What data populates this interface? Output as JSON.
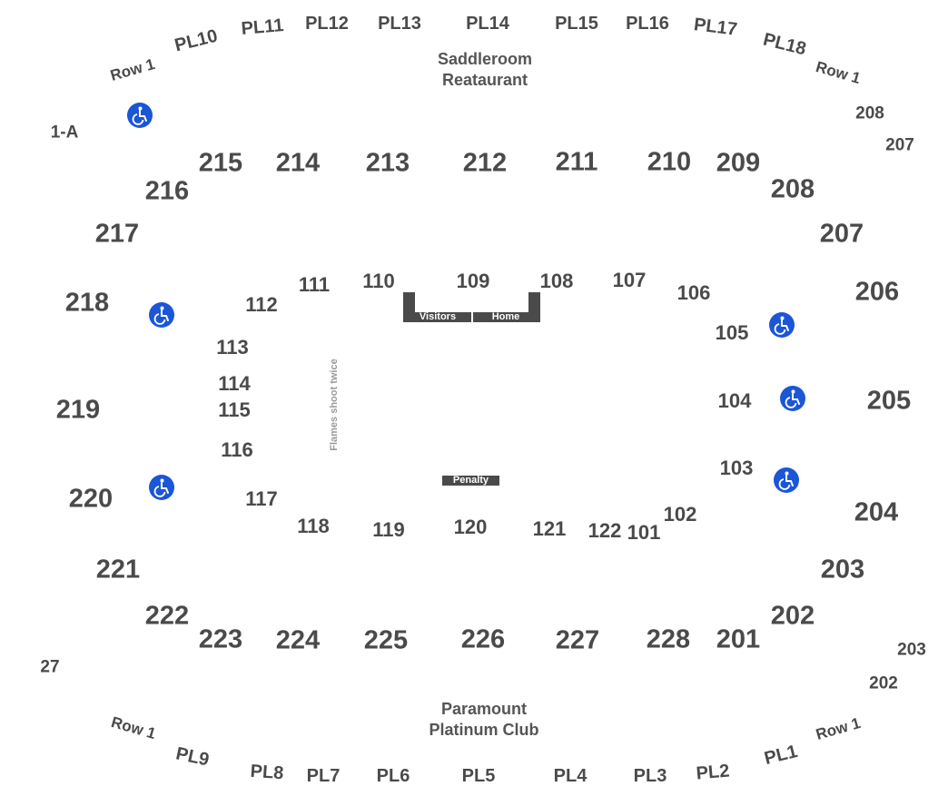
{
  "colors": {
    "label": "#4a4a4a",
    "accessible": "#1a56d6",
    "bar": "#4a4a4a"
  },
  "venue_labels": {
    "saddleroom_line1": "Saddleroom",
    "saddleroom_line2": "Reataurant",
    "paramount_line1": "Paramount",
    "paramount_line2": "Platinum Club"
  },
  "bench": {
    "visitors": "Visitors",
    "home": "Home",
    "penalty": "Penalty"
  },
  "rink_note": "Flames shoot twice",
  "sections_200": [
    "215",
    "214",
    "213",
    "212",
    "211",
    "210",
    "209",
    "216",
    "208",
    "217",
    "207",
    "218",
    "206",
    "219",
    "205",
    "220",
    "204",
    "221",
    "203",
    "222",
    "202",
    "223",
    "224",
    "225",
    "226",
    "227",
    "228",
    "201"
  ],
  "sections_100": [
    "111",
    "110",
    "109",
    "108",
    "107",
    "106",
    "112",
    "105",
    "113",
    "114",
    "104",
    "115",
    "116",
    "103",
    "117",
    "102",
    "118",
    "119",
    "120",
    "121",
    "122",
    "101"
  ],
  "platinum_top": [
    "PL10",
    "PL11",
    "PL12",
    "PL13",
    "PL14",
    "PL15",
    "PL16",
    "PL17",
    "PL18"
  ],
  "platinum_bottom": [
    "PL9",
    "PL8",
    "PL7",
    "PL6",
    "PL5",
    "PL4",
    "PL3",
    "PL2",
    "PL1"
  ],
  "row_labels": [
    "Row 1",
    "Row 1",
    "Row 1",
    "Row 1"
  ],
  "misc_labels": [
    "1-A",
    "208",
    "207",
    "27",
    "203",
    "202"
  ],
  "accessible_icon": "wheelchair-icon"
}
